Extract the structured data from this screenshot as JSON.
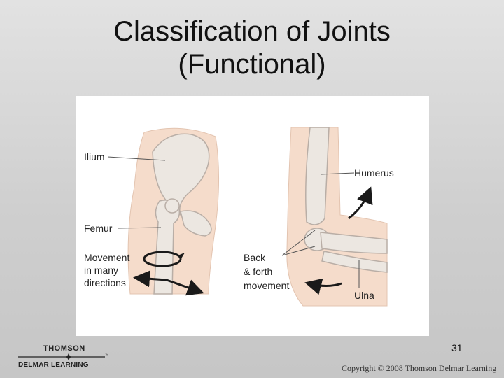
{
  "slide": {
    "title_line1": "Classification of Joints",
    "title_line2": "(Functional)",
    "page_number": "31",
    "copyright": "Copyright © 2008 Thomson Delmar Learning"
  },
  "logo": {
    "top_text": "THOMSON",
    "bottom_text": "DELMAR LEARNING",
    "trademark": "™"
  },
  "figure": {
    "labels": {
      "ilium": "Ilium",
      "femur": "Femur",
      "movement_line1": "Movement",
      "movement_line2": "in many",
      "movement_line3": "directions",
      "humerus": "Humerus",
      "back_line1": "Back",
      "back_line2": "& forth",
      "back_line3": "movement",
      "ulna": "Ulna"
    },
    "colors": {
      "skin": "#f5dccb",
      "bone": "#ece7e1",
      "bone_outline": "#b9aea6",
      "arrow": "#1a1a1a"
    }
  }
}
